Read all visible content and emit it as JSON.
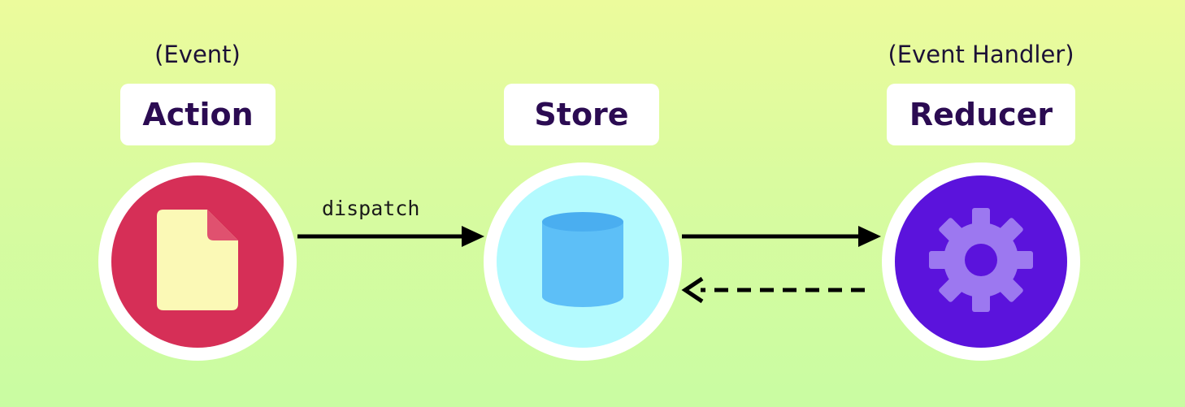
{
  "nodes": {
    "action": {
      "annotation": "(Event)",
      "label": "Action",
      "icon": "document-icon",
      "color": "#d62f57"
    },
    "store": {
      "annotation": "",
      "label": "Store",
      "icon": "database-icon",
      "color": "#b3fafe"
    },
    "reducer": {
      "annotation": "(Event Handler)",
      "label": "Reducer",
      "icon": "gear-icon",
      "color": "#5b13dc"
    }
  },
  "edges": [
    {
      "from": "Action",
      "to": "Store",
      "label": "dispatch",
      "style": "solid"
    },
    {
      "from": "Store",
      "to": "Reducer",
      "label": "",
      "style": "solid"
    },
    {
      "from": "Reducer",
      "to": "Store",
      "label": "",
      "style": "dashed"
    }
  ]
}
